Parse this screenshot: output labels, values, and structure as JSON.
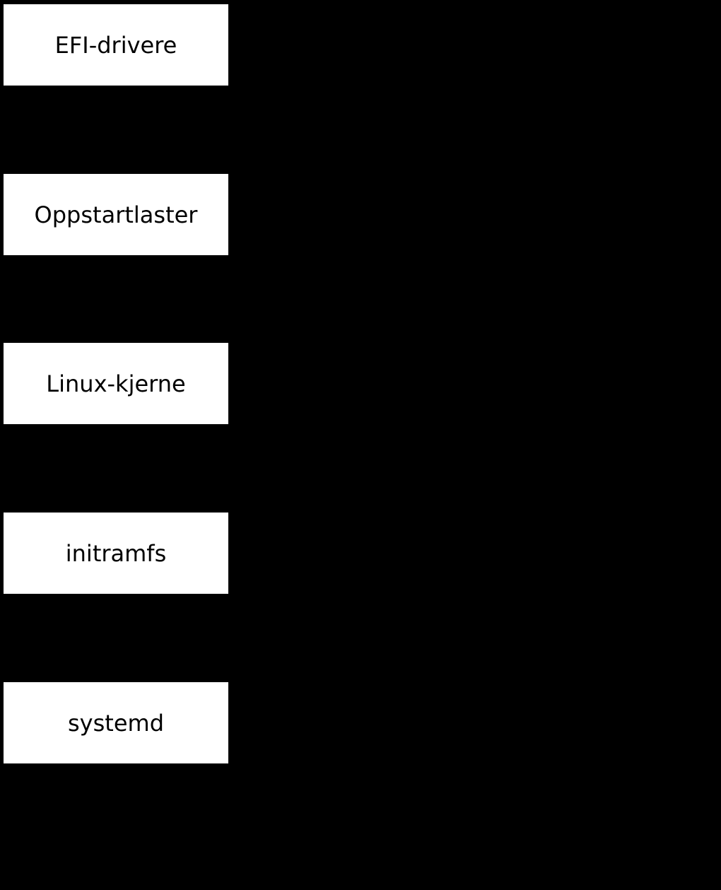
{
  "diagram": {
    "description": "Boot process flow diagram (Norwegian) on black background; five white rectangular nodes in a vertical sequence",
    "nodes": [
      {
        "id": "efi-drivere",
        "label": "EFI-drivere"
      },
      {
        "id": "oppstartlaster",
        "label": "Oppstartlaster"
      },
      {
        "id": "linux-kjerne",
        "label": "Linux-kjerne"
      },
      {
        "id": "initramfs",
        "label": "initramfs"
      },
      {
        "id": "systemd",
        "label": "systemd"
      }
    ],
    "colors": {
      "background": "#000000",
      "node_fill": "#ffffff",
      "node_text": "#000000"
    }
  }
}
